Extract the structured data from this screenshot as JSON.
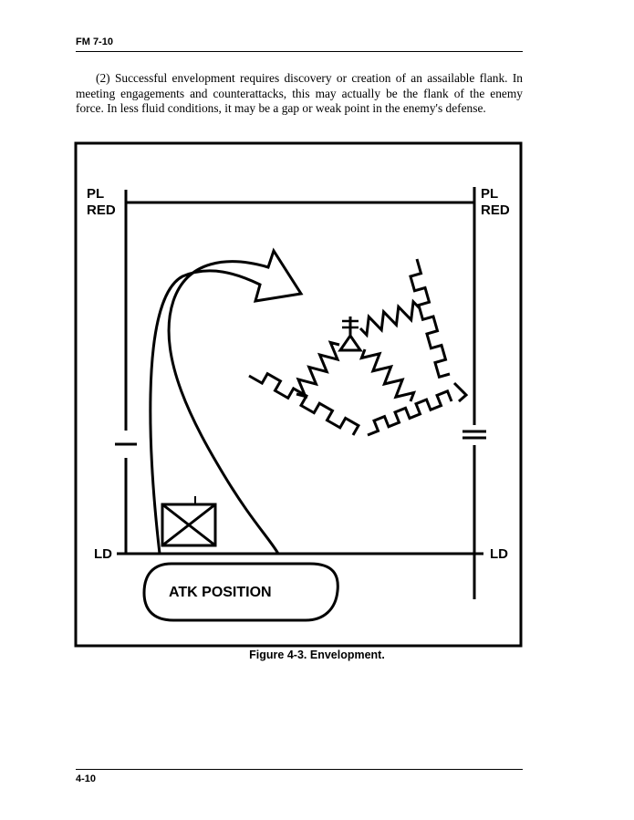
{
  "header": {
    "title": "FM 7-10"
  },
  "paragraph": "(2) Successful envelopment requires discovery or creation of an assailable flank. In meeting engagements and counterattacks, this may actually be the flank of the enemy force. In less fluid conditions, it may be a gap or weak point in the enemy's defense.",
  "figure": {
    "labels": {
      "pl_left": "PL",
      "red_left": "RED",
      "pl_right": "PL",
      "red_right": "RED",
      "ld_left": "LD",
      "ld_right": "LD",
      "atk_position": "ATK POSITION"
    },
    "caption": "Figure 4-3.  Envelopment."
  },
  "footer": {
    "page": "4-10"
  }
}
